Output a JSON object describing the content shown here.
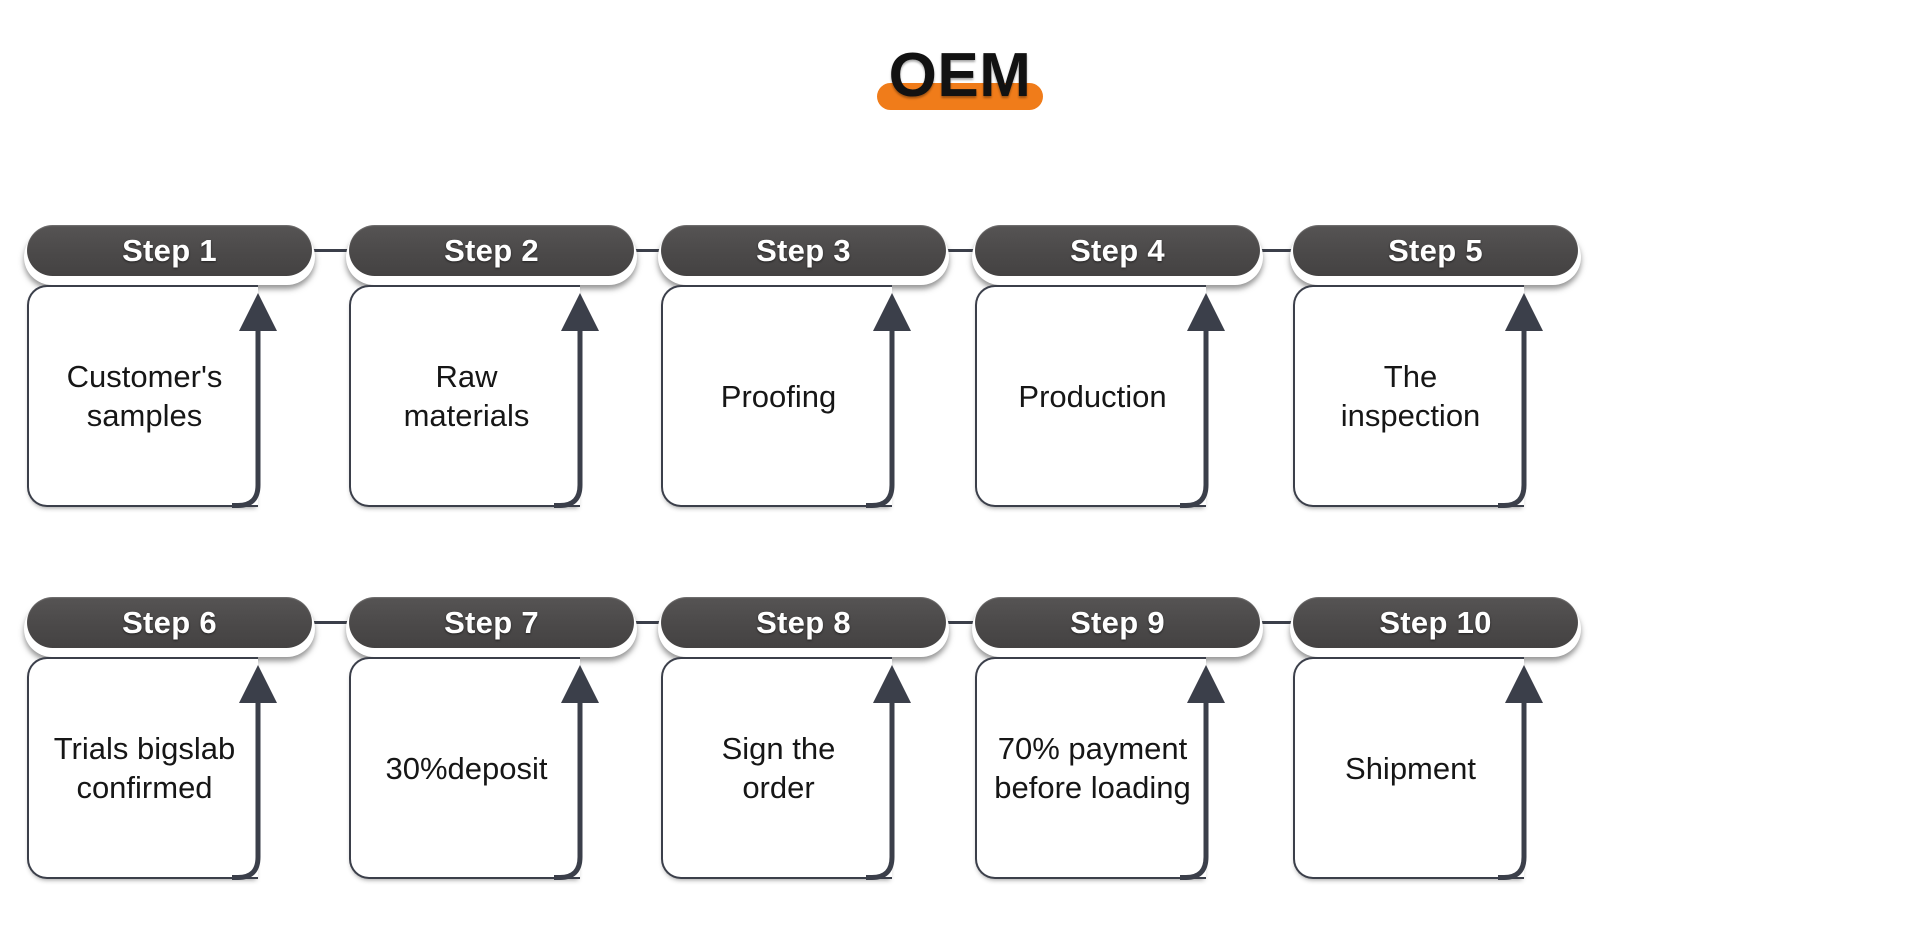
{
  "title": {
    "text": "OEM",
    "highlight_color": "#F07C1A",
    "text_color": "#121212"
  },
  "theme": {
    "pill_color": "#4b4949",
    "pill_text_color": "#ffffff",
    "card_border_color": "#3b3f4a",
    "card_background": "#ffffff",
    "card_text_color": "#161616",
    "connector_color": "#3b3f4a",
    "page_background": "#ffffff"
  },
  "rows": [
    {
      "name": "top-row",
      "steps": [
        {
          "pill": "Step 1",
          "body": "Customer's\nsamples"
        },
        {
          "pill": "Step 2",
          "body": "Raw\nmaterials"
        },
        {
          "pill": "Step 3",
          "body": "Proofing"
        },
        {
          "pill": "Step 4",
          "body": "Production"
        },
        {
          "pill": "Step 5",
          "body": "The\ninspection"
        }
      ]
    },
    {
      "name": "bottom-row",
      "steps": [
        {
          "pill": "Step 6",
          "body": "Trials bigslab\nconfirmed"
        },
        {
          "pill": "Step 7",
          "body": "30%deposit"
        },
        {
          "pill": "Step 8",
          "body": "Sign the\norder"
        },
        {
          "pill": "Step 9",
          "body": "70% payment\nbefore loading"
        },
        {
          "pill": "Step 10",
          "body": "Shipment"
        }
      ]
    }
  ]
}
